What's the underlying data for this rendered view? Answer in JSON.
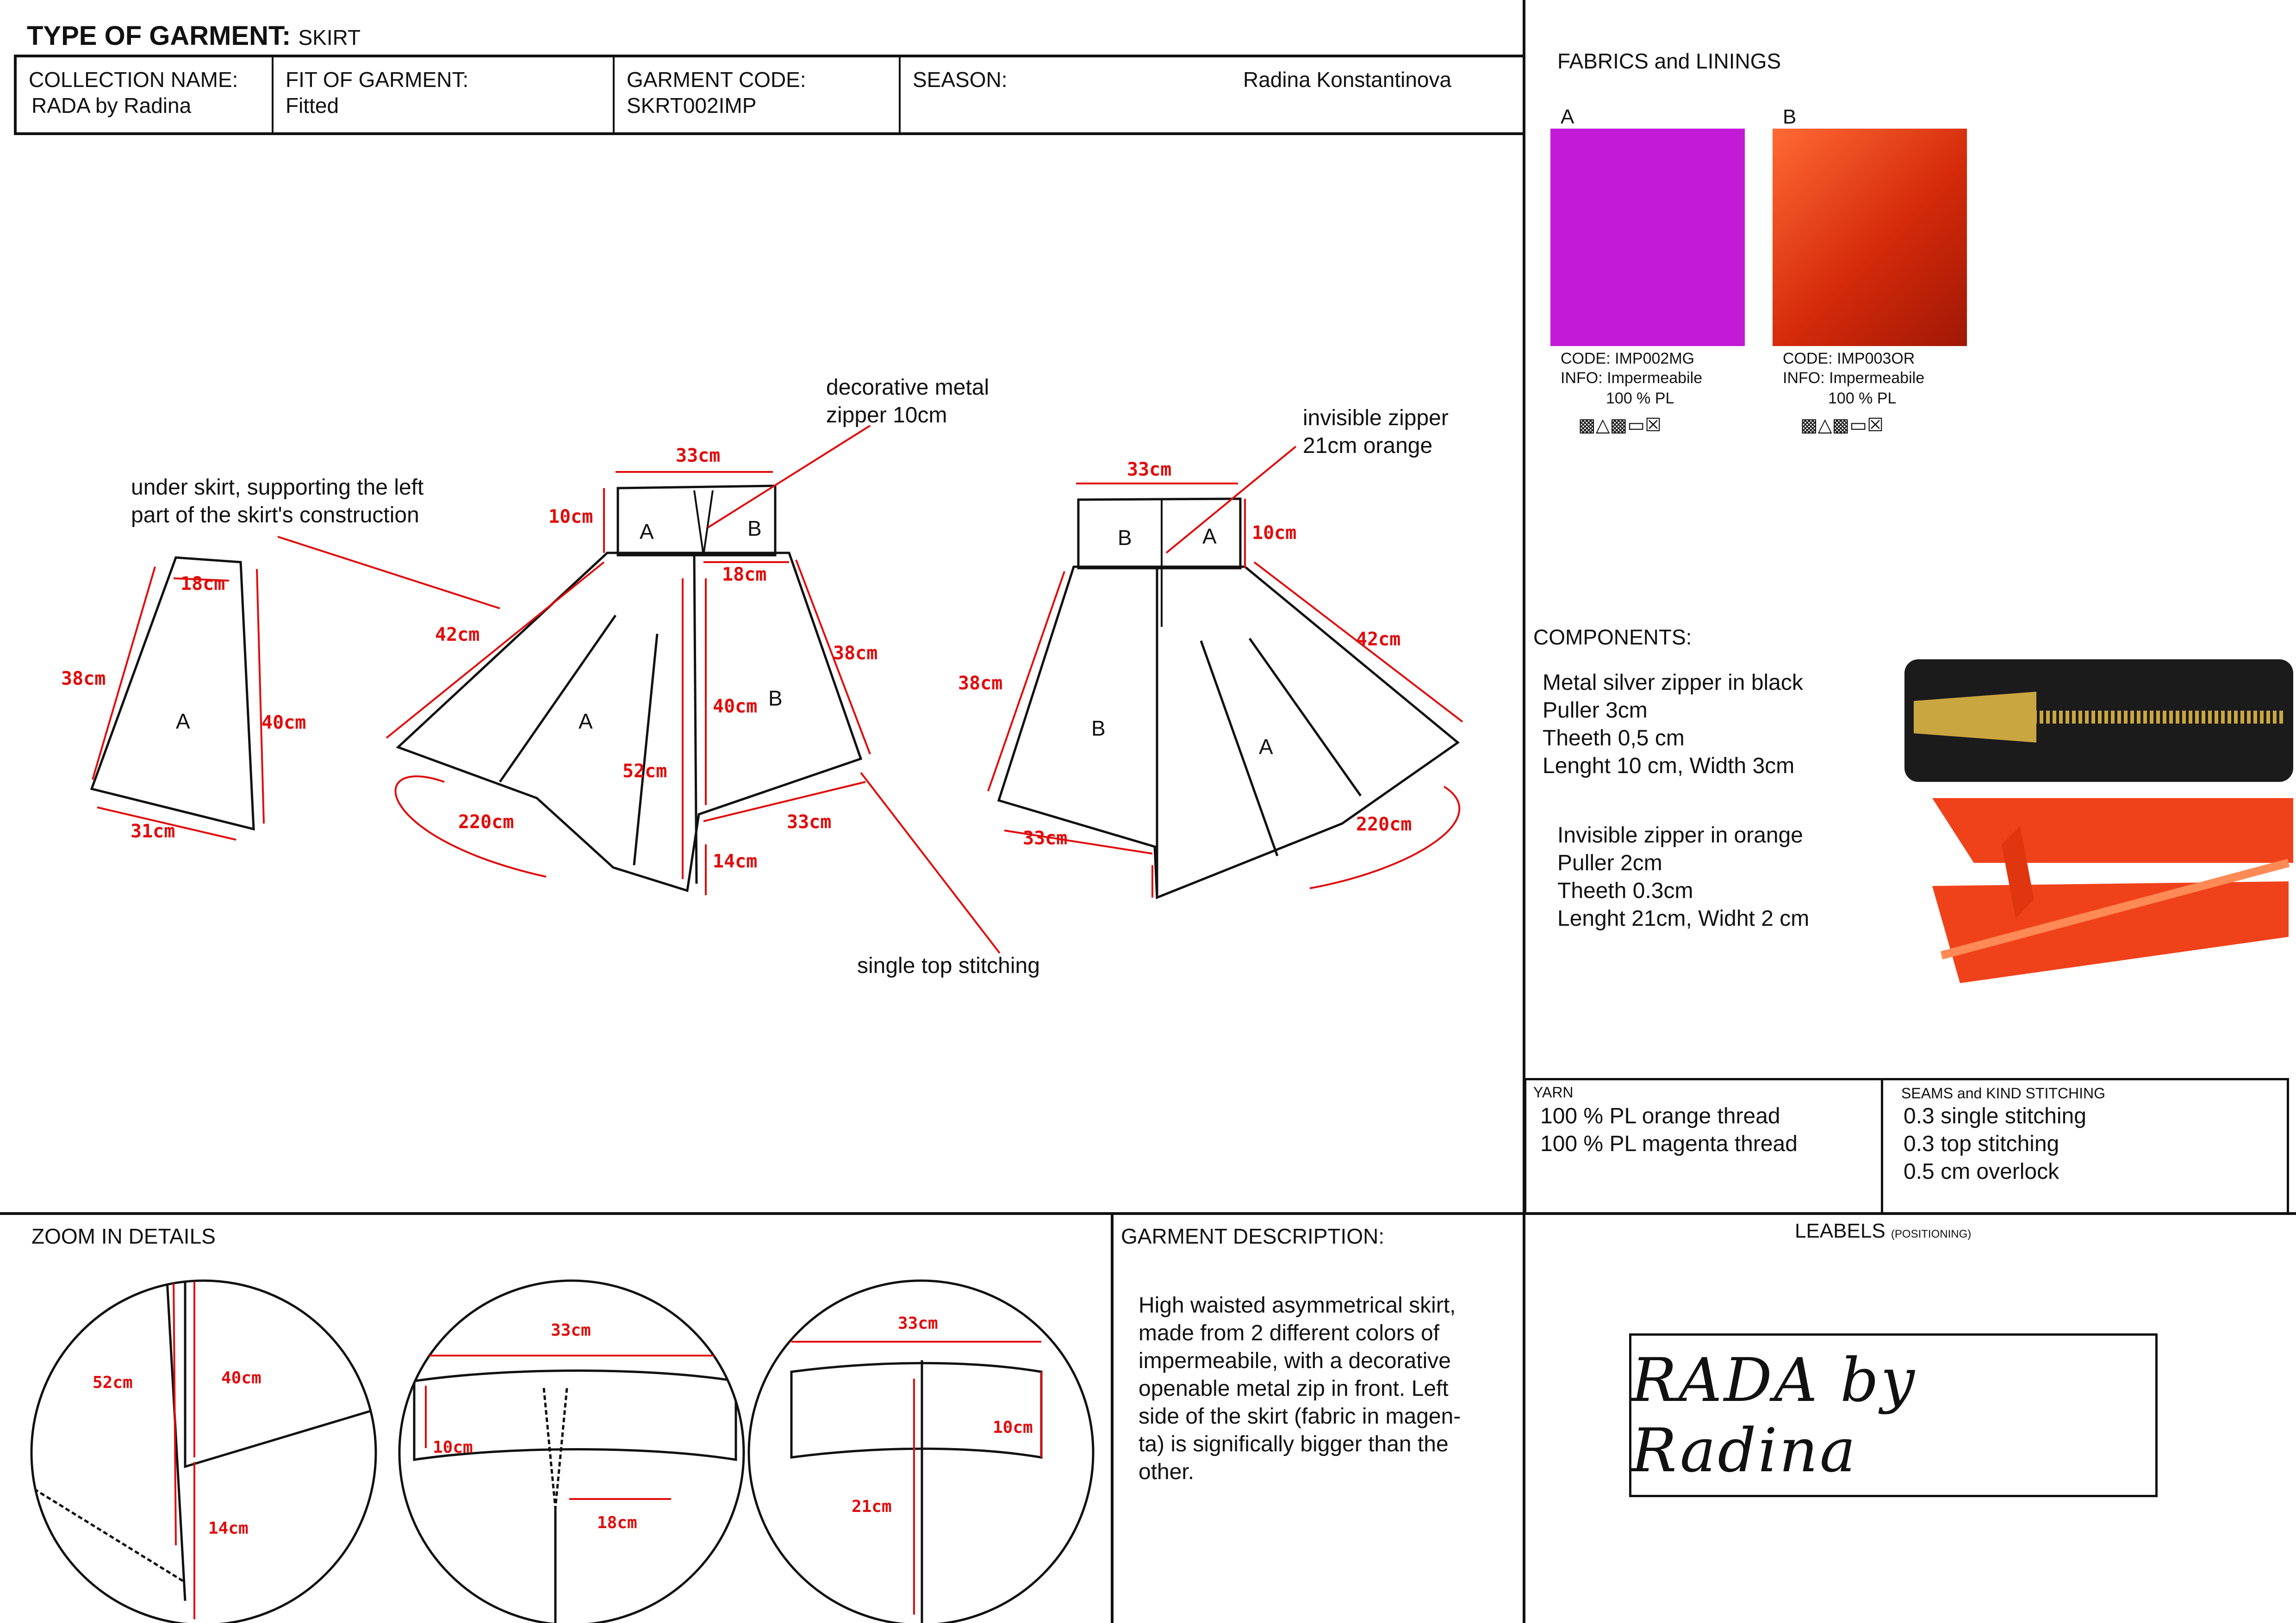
{
  "title": {
    "prefix": "TYPE OF GARMENT:",
    "value": "SKIRT"
  },
  "header": {
    "collection_label": "COLLECTION NAME:",
    "collection_value": "RADA by Radina",
    "fit_label": "FIT OF GARMENT:",
    "fit_value": "Fitted",
    "code_label": "GARMENT CODE:",
    "code_value": "SKRT002IMP",
    "season_label": "SEASON:",
    "designer": "Radina Konstantinova"
  },
  "annotations": {
    "under_skirt": [
      "under skirt, supporting the left",
      "part of the skirt's construction"
    ],
    "metal_zip": [
      "decorative metal",
      "zipper 10cm"
    ],
    "invisible_zip": [
      "invisible zipper",
      "21cm orange"
    ],
    "top_stitch": "single top stitching"
  },
  "measurements": {
    "m33": "33cm",
    "m10": "10cm",
    "m18": "18cm",
    "m42": "42cm",
    "m38": "38cm",
    "m40": "40cm",
    "m52": "52cm",
    "m31": "31cm",
    "m220": "220cm",
    "m14": "14cm",
    "m21": "21cm"
  },
  "panel_letters": {
    "a": "A",
    "b": "B"
  },
  "fabrics": {
    "title": "FABRICS and  LININGS",
    "items": [
      {
        "letter": "A",
        "code_label": "CODE:",
        "code": "IMP002MG",
        "info_label": "INFO:",
        "info": "Impermeabile",
        "composition": "100 % PL",
        "color": "#c21ad6"
      },
      {
        "letter": "B",
        "code_label": "CODE:",
        "code": "IMP003OR",
        "info_label": "INFO:",
        "info": "Impermeabile",
        "composition": "100 % PL",
        "color": "#f0421a"
      }
    ]
  },
  "components": {
    "title": "COMPONENTS:",
    "metal_zip": [
      "Metal silver zipper in black",
      "Puller 3cm",
      "Theeth 0,5 cm",
      "Lenght 10 cm, Width 3cm"
    ],
    "invisible_zip": [
      "Invisible zipper in orange",
      "Puller 2cm",
      "Theeth 0.3cm",
      "Lenght 21cm, Widht 2 cm"
    ]
  },
  "yarn": {
    "title": "YARN",
    "lines": [
      "100 % PL orange thread",
      "100 % PL magenta thread"
    ]
  },
  "seams": {
    "title": "SEAMS and KIND STITCHING",
    "lines": [
      "0.3 single stitching",
      "0.3 top stitching",
      "0.5 cm overlock"
    ]
  },
  "zoom": {
    "title": "ZOOM IN DETAILS"
  },
  "description": {
    "title": "GARMENT DESCRIPTION:",
    "lines": [
      "High waisted asymmetrical skirt,",
      "made from 2 different colors of",
      "impermeabile, with a decorative",
      "openable metal zip in front. Left",
      "side of the skirt (fabric in magen-",
      "ta) is significally bigger than the",
      "other."
    ]
  },
  "labels": {
    "title": "LEABELS",
    "note": "(POSITIONING)",
    "brand": "RADA by Radina"
  },
  "colors": {
    "measure_red": "#e10b0b",
    "line": "#111111",
    "magenta": "#c21ad6",
    "orange": "#f0421a",
    "zip_black": "#1b1b1b",
    "zip_gold": "#c9a640"
  }
}
